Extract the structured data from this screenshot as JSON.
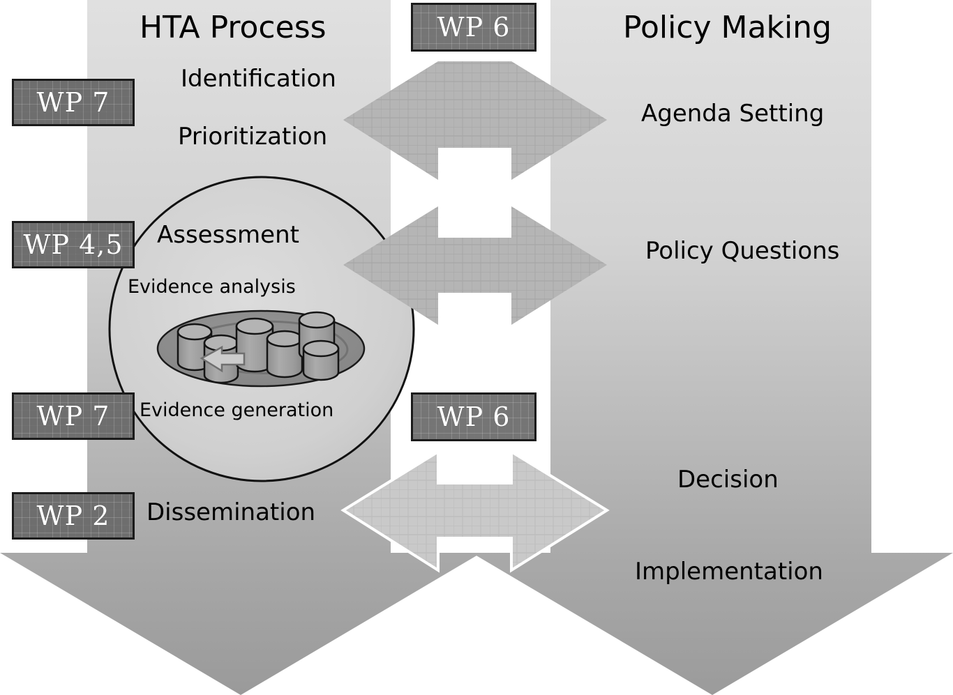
{
  "figure": {
    "type": "process-flow-diagram",
    "description": "HTA Process and Policy Making parallel flow with bidirectional interaction arrows and work package callouts"
  },
  "columns": {
    "left": {
      "title": "HTA Process",
      "stages": [
        {
          "label": "Identification"
        },
        {
          "label": "Prioritization"
        },
        {
          "label": "Assessment"
        },
        {
          "label": "Dissemination"
        }
      ],
      "circle_labels": [
        {
          "label": "Evidence analysis"
        },
        {
          "label": "Evidence generation"
        }
      ]
    },
    "right": {
      "title": "Policy Making",
      "stages": [
        {
          "label": "Agenda Setting"
        },
        {
          "label": "Policy Questions"
        },
        {
          "label": "Decision"
        },
        {
          "label": "Implementation"
        }
      ]
    }
  },
  "work_packages": [
    {
      "id": "wp7-top",
      "label": "WP 7"
    },
    {
      "id": "wp45",
      "label": "WP 4,5"
    },
    {
      "id": "wp7-bottom",
      "label": "WP 7"
    },
    {
      "id": "wp2",
      "label": "WP 2"
    },
    {
      "id": "wp6-top",
      "label": "WP 6"
    },
    {
      "id": "wp6-bottom",
      "label": "WP 6"
    }
  ],
  "connectors": [
    {
      "id": "arrow-agenda",
      "kind": "bidirectional-horizontal",
      "style": "hatched-filled"
    },
    {
      "id": "arrow-policy-questions",
      "kind": "bidirectional-horizontal",
      "style": "hatched-filled"
    },
    {
      "id": "arrow-decision",
      "kind": "bidirectional-horizontal",
      "style": "hatched-outlined"
    }
  ],
  "evidence_cycle": {
    "container": "ellipse-platter",
    "cylinder_count": 6,
    "has_circular_arrow": true
  },
  "colors": {
    "band_light": "#dcdcdc",
    "band_dark": "#9a9a9a",
    "wp_box_fill": "#6e6e6e",
    "wp_box_border": "#1b1b1b",
    "arrow_fill": "#b3b3b3",
    "ellipse_fill": "#8c8c8c",
    "cylinder_fill": "#a6a6a6",
    "text": "#000000",
    "wp_text": "#ffffff",
    "page_background": "#ffffff"
  }
}
